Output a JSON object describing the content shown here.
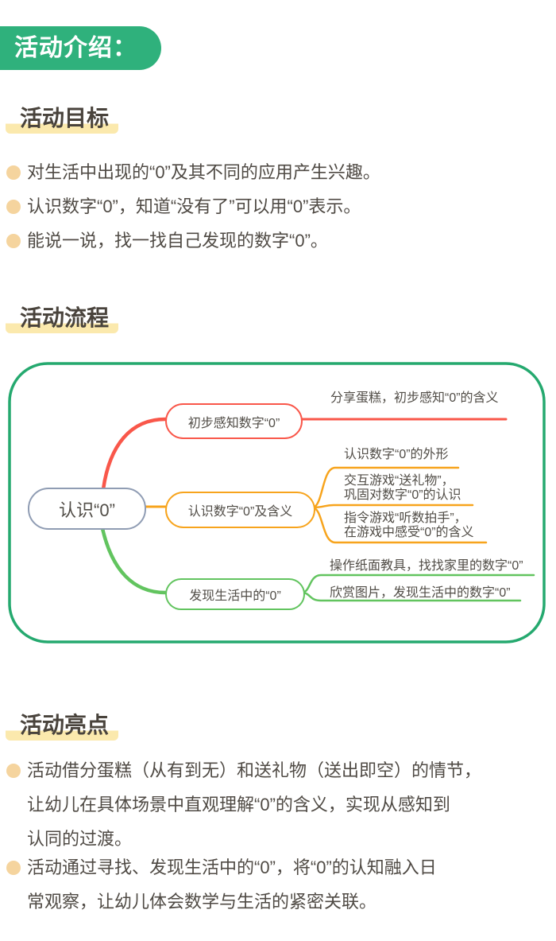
{
  "badge": {
    "label": "活动介绍："
  },
  "colors": {
    "badge_green": "#2fb17c",
    "box_border_green": "#25a96f",
    "branch_red": "#f9574a",
    "branch_yellow": "#f7a41d",
    "branch_green": "#62c45f",
    "root_node_border": "#8f9cb3",
    "heading_highlight": "#fbe9ad",
    "bullet_dot": "#f5d49e",
    "text": "#4f4a44"
  },
  "sections": {
    "goals": {
      "title": "活动目标",
      "items": [
        "对生活中出现的“0”及其不同的应用产生兴趣。",
        "认识数字“0”，知道“没有了”可以用“0”表示。",
        "能说一说，找一找自己发现的数字“0”。"
      ]
    },
    "flow": {
      "title": "活动流程",
      "mindmap": {
        "root": "认识“0”",
        "branches": [
          {
            "label": "初步感知数字“0”",
            "color": "#f9574a",
            "leaves": [
              {
                "lines": [
                  "分享蛋糕，初步感知“0”的含义"
                ]
              }
            ]
          },
          {
            "label": "认识数字“0”及含义",
            "color": "#f7a41d",
            "leaves": [
              {
                "lines": [
                  "认识数字“0”的外形"
                ]
              },
              {
                "lines": [
                  "交互游戏“送礼物”，",
                  "巩固对数字“0”的认识"
                ]
              },
              {
                "lines": [
                  "指令游戏“听数拍手”，",
                  "在游戏中感受“0”的含义"
                ]
              }
            ]
          },
          {
            "label": "发现生活中的“0”",
            "color": "#62c45f",
            "leaves": [
              {
                "lines": [
                  "操作纸面教具，找找家里的数字“0”"
                ]
              },
              {
                "lines": [
                  "欣赏图片，发现生活中的数字“0”"
                ]
              }
            ]
          }
        ]
      }
    },
    "highlights": {
      "title": "活动亮点",
      "items": [
        {
          "lines": [
            "活动借分蛋糕（从有到无）和送礼物（送出即空）的情节，",
            "让幼儿在具体场景中直观理解“0”的含义，实现从感知到",
            "认同的过渡。"
          ]
        },
        {
          "lines": [
            "活动通过寻找、发现生活中的“0”，将“0”的认知融入日",
            "常观察，让幼儿体会数学与生活的紧密关联。"
          ]
        }
      ]
    }
  }
}
